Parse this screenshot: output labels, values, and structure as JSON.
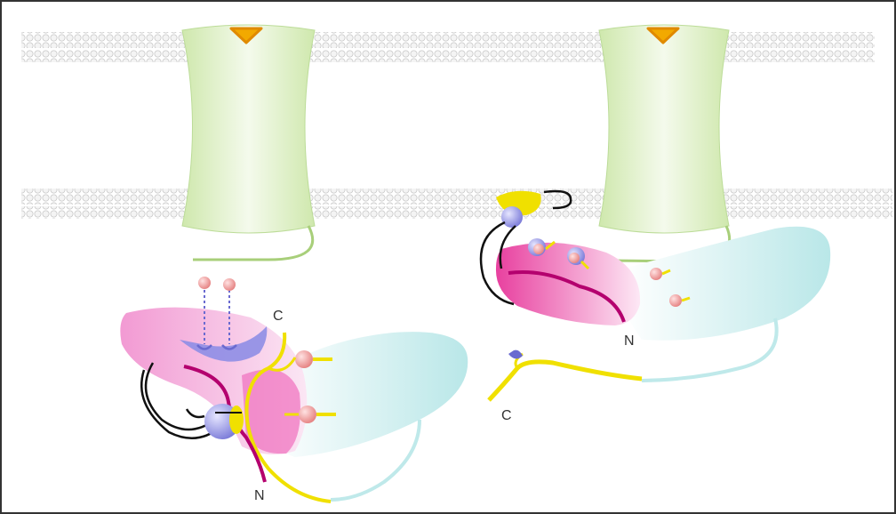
{
  "colors": {
    "channel": "#d7ecb9",
    "channel_edge": "#a8cf7a",
    "pore_ring": "#f2a900",
    "membrane_bead": "#f4f4f4",
    "membrane_outline": "#c9c9c9",
    "pink": "#ee7cc4",
    "cyan": "#bfe9ea",
    "lavender": "#8e8ee6",
    "salmon": "#f2a0a0",
    "yellow_chain": "#f0e000",
    "magenta_chain": "#b4006e",
    "black_loop": "#111111"
  },
  "left_complex": {
    "label_c": "C",
    "label_n": "N"
  },
  "right_complex": {
    "label_c": "C",
    "label_n": "N"
  }
}
